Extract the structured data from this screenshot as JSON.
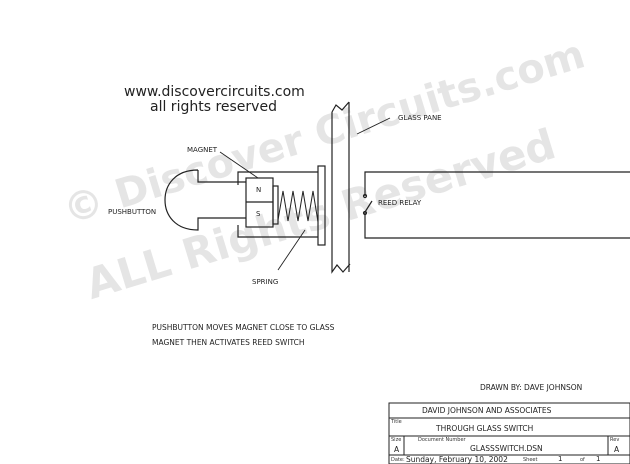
{
  "header": {
    "site": "www.discovercircuits.com",
    "rights": "all rights reserved"
  },
  "watermark": {
    "line1": "© Discover Circuits.com",
    "line2": "ALL Rights Reserved"
  },
  "labels": {
    "magnet": "MAGNET",
    "pushbutton": "PUSHBUTTON",
    "north": "N",
    "south": "S",
    "spring": "SPRING",
    "glass_pane": "GLASS PANE",
    "reed_relay": "REED RELAY"
  },
  "notes": [
    "PUSHBUTTON MOVES MAGNET CLOSE TO GLASS",
    "MAGNET THEN ACTIVATES REED SWITCH"
  ],
  "drawn_by": "DRAWN BY: DAVE JOHNSON",
  "title_block": {
    "company": "DAVID JOHNSON AND ASSOCIATES",
    "title_label": "Title",
    "title": "THROUGH GLASS SWITCH",
    "size_label": "Size",
    "size": "A",
    "doc_label": "Document Number",
    "doc": "GLASSSWITCH.DSN",
    "rev_label": "Rev",
    "rev": "A",
    "date_label": "Date:",
    "date": "Sunday, February 10, 2002",
    "sheet_label": "Sheet",
    "sheet": "1",
    "of_label": "of",
    "sheets": "1"
  }
}
